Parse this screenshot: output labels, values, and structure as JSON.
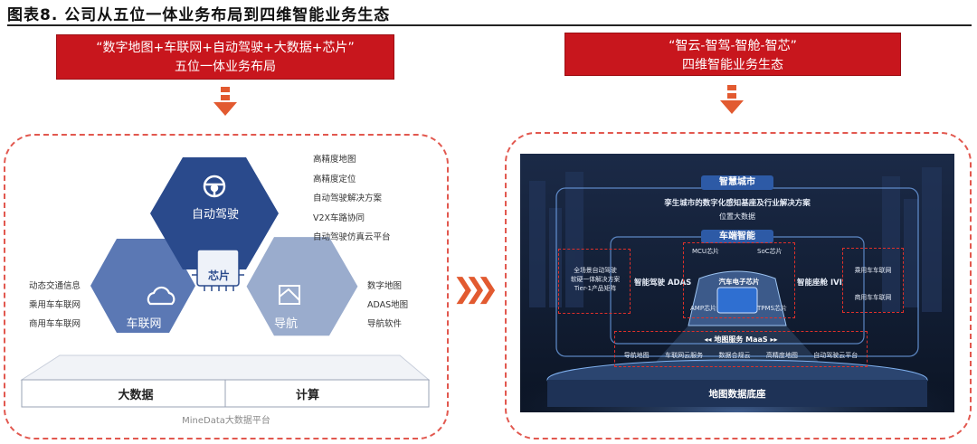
{
  "figure_title": "图表8.    公司从五位一体业务布局到四维智能业务生态",
  "left_banner": {
    "line1": "“数字地图+车联网+自动驾驶+大数据+芯片”",
    "line2": "五位一体业务布局"
  },
  "right_banner": {
    "line1": "“智云-智驾-智舱-智芯”",
    "line2": "四维智能业务生态"
  },
  "hex": {
    "autodrive": "自动驾驶",
    "iov": "车联网",
    "nav": "导航",
    "chip": "芯片"
  },
  "autodrive_items": [
    "高精度地图",
    "高精度定位",
    "自动驾驶解决方案",
    "V2X车路协同",
    "自动驾驶仿真云平台"
  ],
  "iov_items": [
    "动态交通信息",
    "乘用车车联网",
    "商用车车联网"
  ],
  "nav_items": [
    "数字地图",
    "ADAS地图",
    "导航软件"
  ],
  "base": {
    "left": "大数据",
    "right": "计算",
    "caption": "MineData大数据平台"
  },
  "eco": {
    "smart_city": "智慧城市",
    "smart_city_sub1": "孪生城市的数字化感知基座及行业解决方案",
    "smart_city_sub2": "位置大数据",
    "vehicle_intel": "车端智能",
    "adas_note": [
      "全场景自动驾驶",
      "软硬一体解决方案",
      "Tier-1产品矩阵"
    ],
    "adas_label": "智能驾驶 ADAS",
    "ivi_label": "智能座舱 IVI",
    "ivi_note": [
      "乘用车车联网",
      "商用车车联网"
    ],
    "chip_top_left": "MCU芯片",
    "chip_top_right": "SoC芯片",
    "chip_center": "汽车电子芯片",
    "chip_bot_left": "AMP芯片",
    "chip_bot_right": "TPMS芯片",
    "maas": "地图服务 MaaS",
    "maas_items": [
      "导航地图",
      "车联网云服务",
      "数据合规云",
      "高精度地图",
      "自动驾驶云平台"
    ],
    "base": "地图数据底座"
  },
  "colors": {
    "red": "#c8161d",
    "hex_dark": "#2a4a8c",
    "hex_mid": "#5b78b4",
    "hex_light": "#9aaccd",
    "dashed": "#e2584f",
    "bg_dark": "#0f1a2e"
  }
}
